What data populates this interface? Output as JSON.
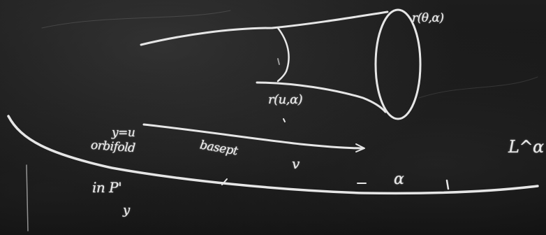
{
  "board": {
    "labels": {
      "r_top": "r(θ,α)",
      "r_mid": "r(u,α)",
      "y_eq": "y=u",
      "orbifold": "orbifold",
      "basept": "basept",
      "v": "v",
      "alpha": "α",
      "L_alpha": "L^α",
      "in_p": "in P'",
      "sub_y": "y"
    }
  }
}
